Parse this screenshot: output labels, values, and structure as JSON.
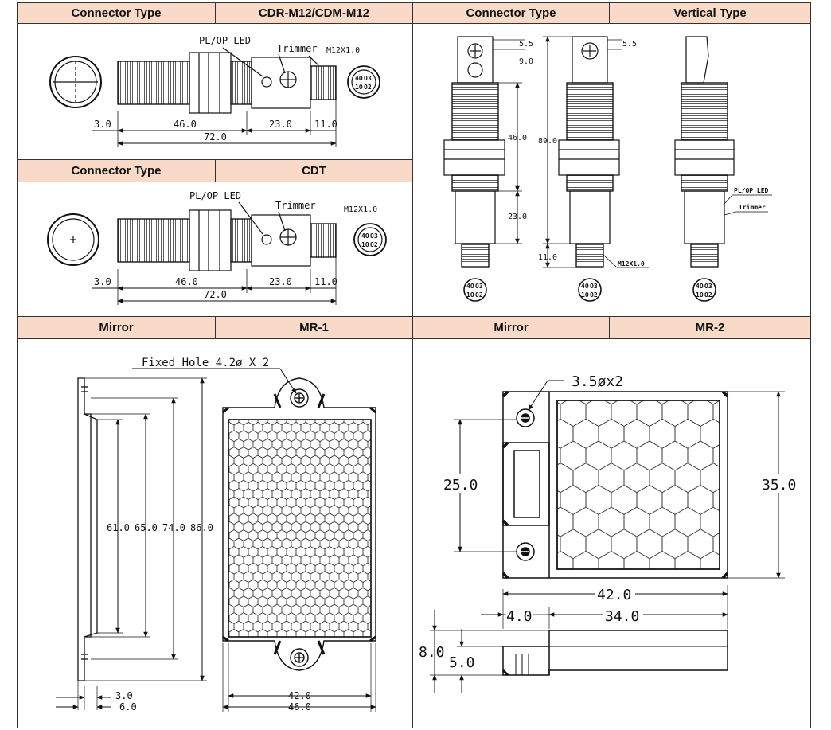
{
  "headers": {
    "tl_a": "Connector Type",
    "tl_b": "CDR-M12/CDM-M12",
    "ml_a": "Connector Type",
    "ml_b": "CDT",
    "tr_a": "Connector Type",
    "tr_b": "Vertical Type",
    "bl_a": "Mirror",
    "bl_b": "MR-1",
    "br_a": "Mirror",
    "br_b": "MR-2"
  },
  "sensor_h1": {
    "led": "PL/OP LED",
    "trimmer": "Trimmer",
    "thread": "M12X1.0",
    "d1": "3.0",
    "d2": "46.0",
    "d3": "23.0",
    "d4": "11.0",
    "total": "72.0"
  },
  "sensor_h2": {
    "led": "PL/OP LED",
    "trimmer": "Trimmer",
    "thread": "M12X1.0",
    "d1": "3.0",
    "d2": "46.0",
    "d3": "23.0",
    "d4": "11.0",
    "total": "72.0"
  },
  "vertical": {
    "d1": "5.5",
    "d2": "9.0",
    "d3": "46.0",
    "d4": "23.0",
    "d5": "5.5",
    "total": "89.0",
    "d6": "11.0",
    "thread": "M12X1.0",
    "led": "PL/OP LED",
    "trimmer": "Trimmer"
  },
  "mr1": {
    "hole": "Fixed Hole 4.2ø X 2",
    "h1": "61.0",
    "h2": "65.0",
    "h3": "74.0",
    "h4": "86.0",
    "t1": "3.0",
    "t2": "6.0",
    "w1": "42.0",
    "w2": "46.0"
  },
  "mr2": {
    "hole": "3.5øx2",
    "h1": "25.0",
    "h2": "35.0",
    "w1": "42.0",
    "w2": "4.0",
    "w3": "34.0",
    "t1": "8.0",
    "t2": "5.0"
  },
  "pins": {
    "p1": "4O",
    "p2": "O3",
    "p3": "1O",
    "p4": "O2"
  }
}
